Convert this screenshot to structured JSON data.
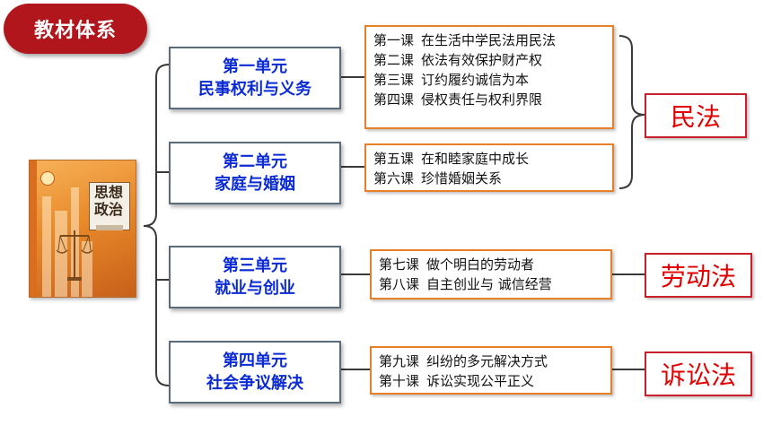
{
  "header": {
    "badge": "教材体系"
  },
  "book": {
    "title_line1": "思想",
    "title_line2": "政治"
  },
  "units": [
    {
      "title": "第一单元",
      "subtitle": "民事权利与义务",
      "lessons": [
        {
          "num": "第一课",
          "text": "在生活中学民法用民法"
        },
        {
          "num": "第二课",
          "text": "依法有效保护财产权"
        },
        {
          "num": "第三课",
          "text": "订约履约诚信为本"
        },
        {
          "num": "第四课",
          "text": "侵权责任与权利界限"
        }
      ]
    },
    {
      "title": "第二单元",
      "subtitle": "家庭与婚姻",
      "lessons": [
        {
          "num": "第五课",
          "text": "在和睦家庭中成长"
        },
        {
          "num": "第六课",
          "text": "珍惜婚姻关系"
        }
      ]
    },
    {
      "title": "第三单元",
      "subtitle": "就业与创业",
      "lessons": [
        {
          "num": "第七课",
          "text": "做个明白的劳动者"
        },
        {
          "num": "第八课",
          "text": "自主创业与 诚信经营"
        }
      ]
    },
    {
      "title": "第四单元",
      "subtitle": "社会争议解决",
      "lessons": [
        {
          "num": "第九课",
          "text": "纠纷的多元解决方式"
        },
        {
          "num": "第十课",
          "text": "诉讼实现公平正义"
        }
      ]
    }
  ],
  "laws": {
    "civil": "民法",
    "labor": "劳动法",
    "litigation": "诉讼法"
  },
  "colors": {
    "badge": "#b0161c",
    "unit_text": "#0a2ad4",
    "law_text": "#e00000",
    "lesson_border": "#e8802a"
  }
}
